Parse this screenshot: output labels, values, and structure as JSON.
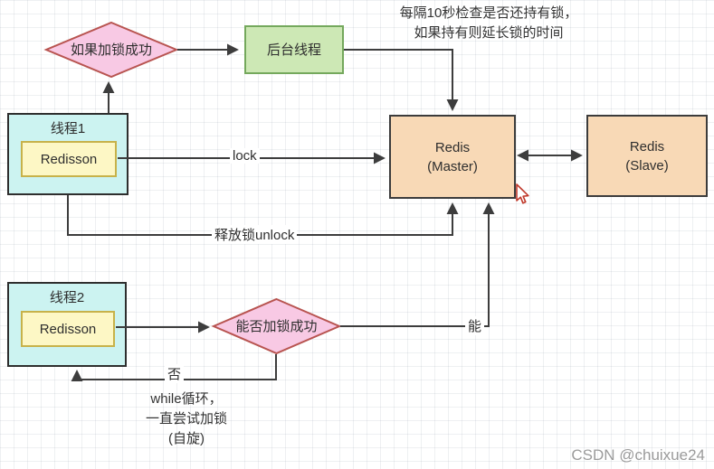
{
  "colors": {
    "diamond_fill": "#f8c9e4",
    "diamond_border": "#b85450",
    "green_fill": "#cde8b5",
    "green_border": "#74a85c",
    "cyan_fill": "#ccf3f1",
    "yellow_fill": "#fdf7c5",
    "yellow_border": "#c7b24a",
    "orange_fill": "#f8d9b6",
    "dark_border": "#3c3c3c",
    "line_color": "#3d3d3d",
    "watermark_color": "#9b9b9b"
  },
  "notes": {
    "renew_line1": "每隔10秒检查是否还持有锁，",
    "renew_line2": "如果持有则延长锁的时间",
    "spin_line1": "while循环，",
    "spin_line2": "一直尝试加锁",
    "spin_line3": "(自旋)"
  },
  "nodes": {
    "decision1": "如果加锁成功",
    "bg_thread": "后台线程",
    "thread1_title": "线程1",
    "thread1_inner": "Redisson",
    "thread2_title": "线程2",
    "thread2_inner": "Redisson",
    "master_line1": "Redis",
    "master_line2": "(Master)",
    "slave_line1": "Redis",
    "slave_line2": "(Slave)",
    "decision2": "能否加锁成功"
  },
  "edge_labels": {
    "lock": "lock",
    "unlock": "释放锁unlock",
    "yes": "能",
    "no": "否"
  },
  "watermark": "CSDN @chuixue24"
}
